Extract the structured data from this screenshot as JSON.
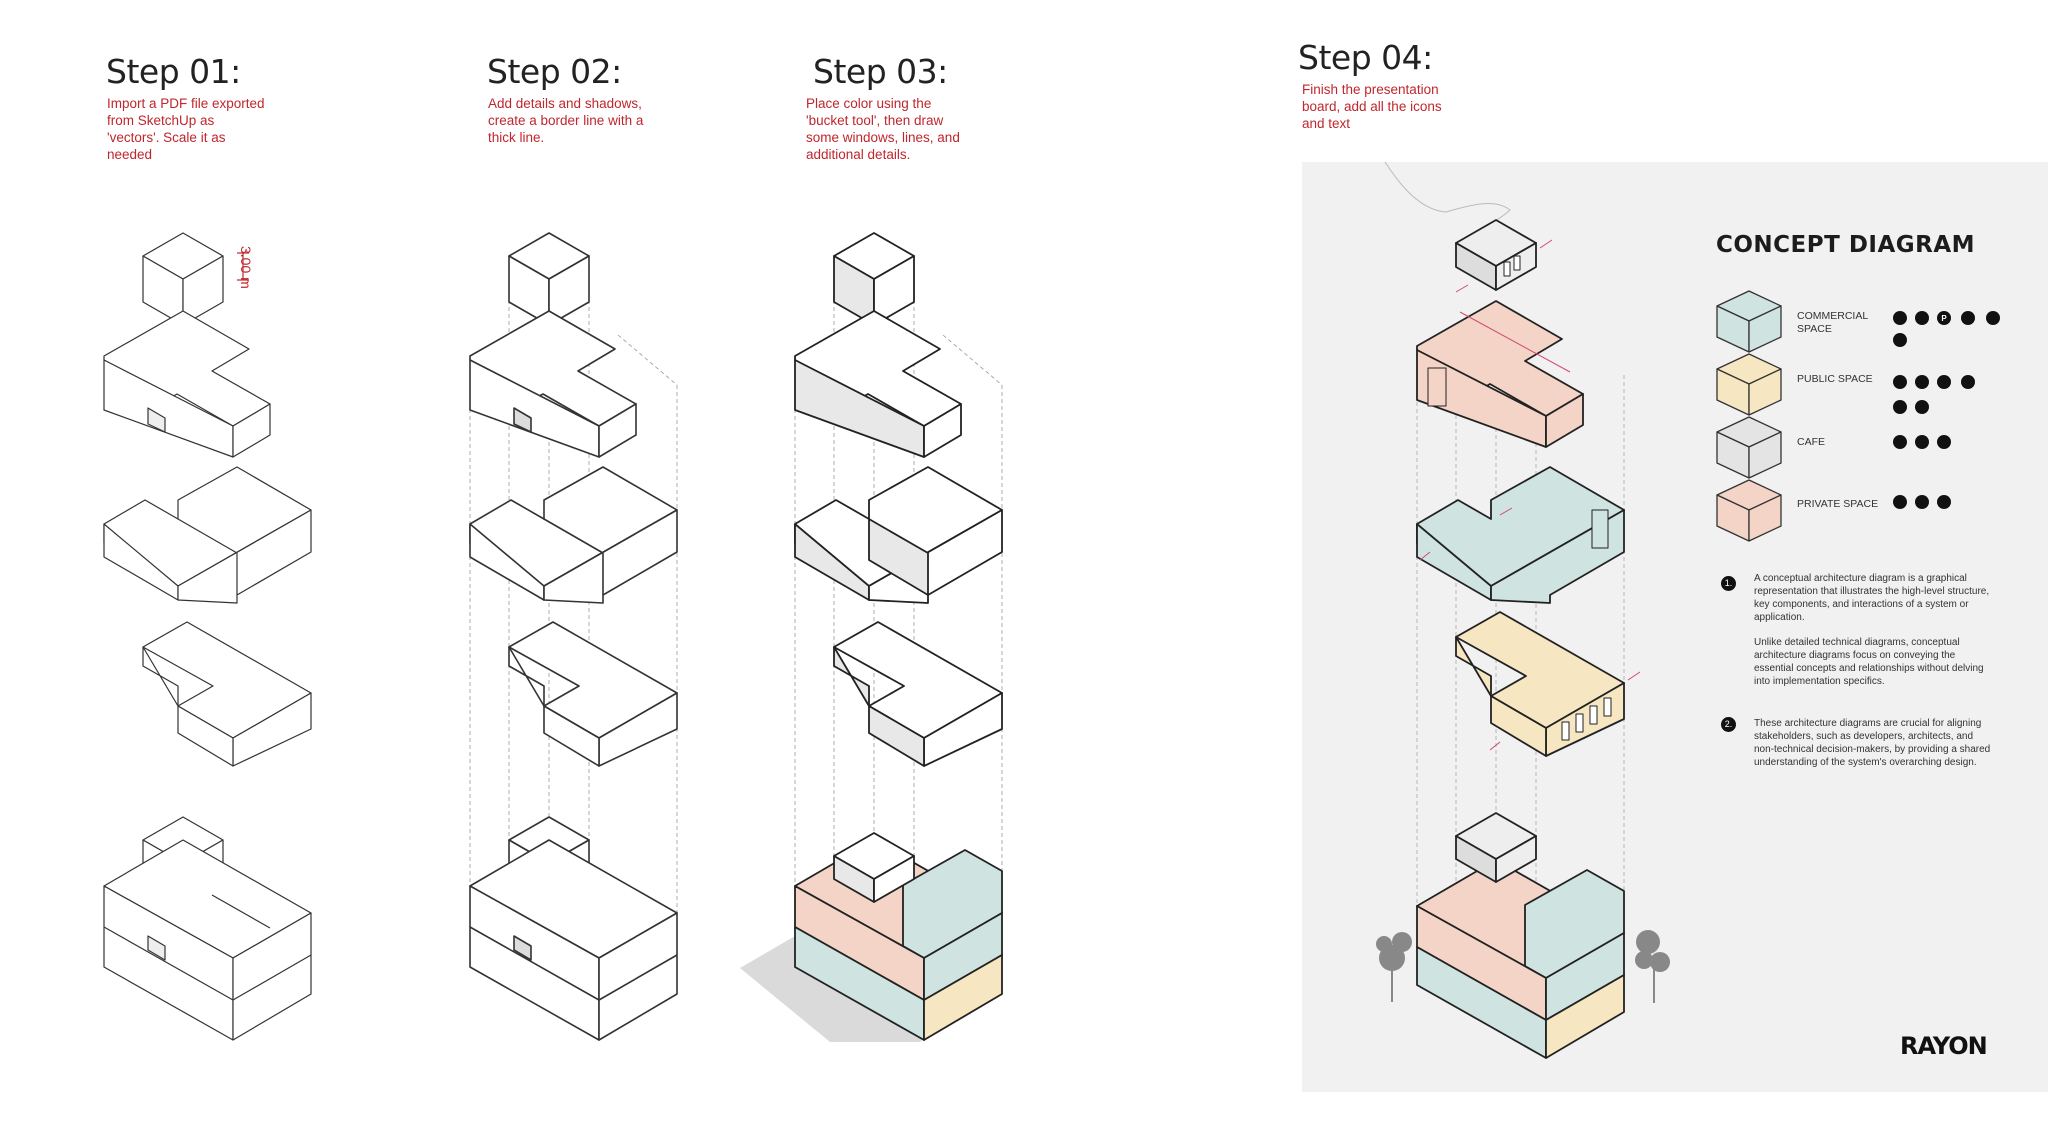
{
  "steps": [
    {
      "title": "Step 01:",
      "desc_lines": [
        "Import a PDF file exported",
        "from SketchUp as",
        "'vectors'. Scale it as",
        "needed"
      ]
    },
    {
      "title": "Step 02:",
      "desc_lines": [
        "Add details and shadows,",
        "create a border line with a",
        "thick line."
      ]
    },
    {
      "title": "Step 03:",
      "desc_lines": [
        "Place color using the",
        "'bucket tool', then draw",
        "some windows, lines, and",
        "additional details."
      ]
    },
    {
      "title": "Step 04:",
      "desc_lines": [
        "Finish the presentation",
        "board, add all the icons",
        "and text"
      ]
    }
  ],
  "dimension_label": "3.00 m",
  "board": {
    "title": "CONCEPT DIAGRAM",
    "legend": [
      {
        "label_lines": [
          "COMMERCIAL",
          "SPACE"
        ],
        "color": "#cfe3e1",
        "icons": [
          "food-icon",
          "coffee-icon",
          "parking-icon",
          "shop-icon",
          "train-icon",
          "bed-icon"
        ]
      },
      {
        "label_lines": [
          "PUBLIC SPACE"
        ],
        "color": "#f6e6c1",
        "icons": [
          "bike-icon",
          "bus-icon",
          "tree-icon",
          "walk-icon",
          "chat-icon",
          "bench-icon"
        ]
      },
      {
        "label_lines": [
          "CAFE"
        ],
        "color": "#e4e4e4",
        "icons": [
          "cup-icon",
          "leaf-icon",
          "sun-icon"
        ]
      },
      {
        "label_lines": [
          "PRIVATE SPACE"
        ],
        "color": "#f4d4c6",
        "icons": [
          "person-icon",
          "home-icon",
          "car-icon"
        ]
      }
    ],
    "notes": [
      {
        "number": "1.",
        "paragraphs": [
          "A conceptual architecture diagram is a graphical representation that illustrates the high-level structure, key components, and interactions of a system or application.",
          "Unlike detailed technical diagrams, conceptual architecture diagrams focus on conveying the essential concepts and relationships without delving into implementation specifics."
        ]
      },
      {
        "number": "2.",
        "paragraphs": [
          "These architecture diagrams are crucial for aligning stakeholders, such as developers, architects, and non-technical decision-makers, by providing a shared understanding of the system's overarching design."
        ]
      }
    ],
    "logo": "RAYON"
  },
  "colors": {
    "accent_red": "#c0262d",
    "commercial": "#cfe3e1",
    "public": "#f6e6c1",
    "cafe": "#e4e4e4",
    "private": "#f4d4c6"
  }
}
